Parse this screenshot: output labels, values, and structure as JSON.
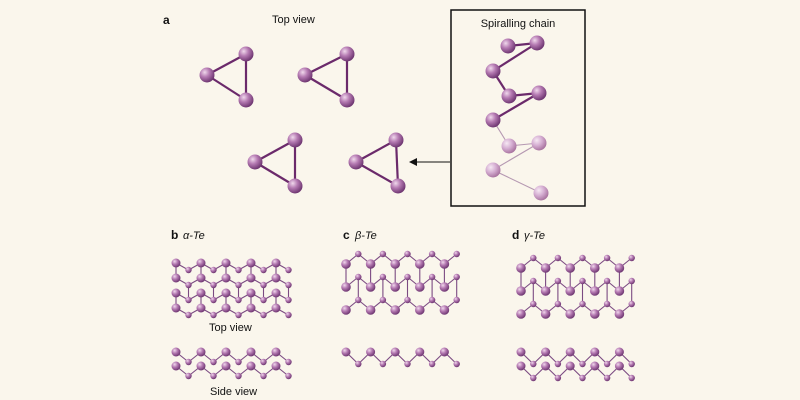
{
  "panel_a": {
    "letter": "a",
    "top_view_label": "Top view",
    "inset_title": "Spiralling chain"
  },
  "panel_b": {
    "letter": "b",
    "title": "α-Te",
    "top_caption": "Top view",
    "side_caption": "Side view"
  },
  "panel_c": {
    "letter": "c",
    "title": "β-Te"
  },
  "panel_d": {
    "letter": "d",
    "title": "γ-Te"
  },
  "colors": {
    "background": "#faf6ec",
    "atom": "#a86aa6",
    "atom_highlight": "#e9cfe6",
    "bond": "#6b2a6b",
    "faded_atom": "#d2a9cf"
  }
}
